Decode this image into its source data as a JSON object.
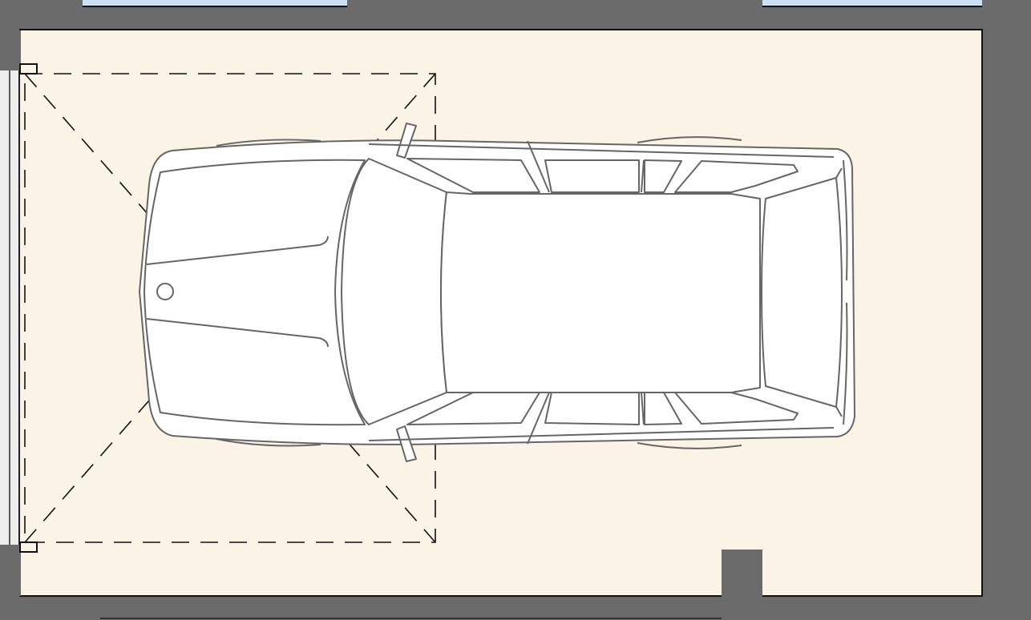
{
  "plan": {
    "type": "garage-floor-plan",
    "colors": {
      "wall": "#6b6b6b",
      "floor": "#faf4e6",
      "window_glass": "#cfe0f3",
      "door_panel": "#eeeeee",
      "outline": "#111111",
      "car_fill": "#ffffff",
      "car_stroke": "#666666",
      "overhead_door_dash": "#111111"
    },
    "elements": {
      "windows": [
        "top-left-window",
        "top-right-window"
      ],
      "doors": [
        "overhead-garage-door"
      ],
      "vehicles": [
        "station-wagon-top-view"
      ],
      "structural": [
        "pillar-bottom"
      ]
    }
  }
}
